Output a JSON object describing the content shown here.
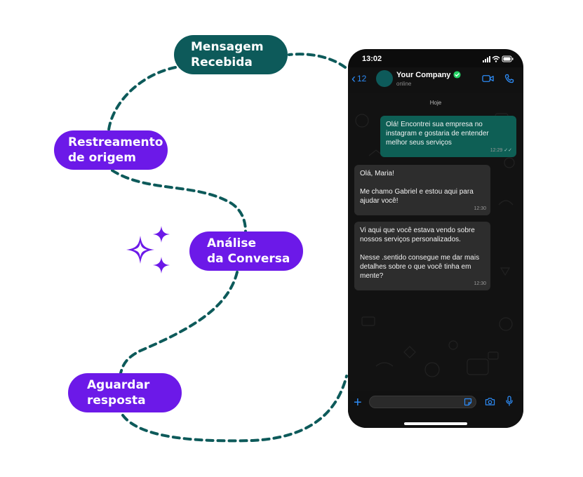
{
  "nodes": {
    "mensagem": [
      "Mensagem",
      "Recebida"
    ],
    "restreamento": [
      "Restreamento",
      "de origem"
    ],
    "analise": [
      "Análise",
      "da Conversa"
    ],
    "aguardar": [
      "Aguardar",
      "resposta"
    ]
  },
  "colors": {
    "teal": "#0d5a5a",
    "purple": "#6c19e8",
    "bubble_out": "#0e5f55",
    "bubble_in": "#2d2d2d",
    "ios_blue": "#2d8bf5",
    "verified_green": "#25d366"
  },
  "phone": {
    "status_time": "13:02",
    "header": {
      "back_count": "12",
      "contact_name": "Your Company",
      "contact_status": "online"
    },
    "date_chip": "Hoje",
    "messages": [
      {
        "direction": "outgoing",
        "lines": [
          "Olá! Encontrei sua empresa no instagram e gostaria de entender melhor seus serviços"
        ],
        "time": "12:29"
      },
      {
        "direction": "incoming",
        "lines": [
          "Olá, Maria!",
          "Me chamo Gabriel e estou aqui para ajudar você!"
        ],
        "time": "12:30"
      },
      {
        "direction": "incoming",
        "lines": [
          "Vi aqui que você estava vendo sobre nossos serviços personalizados.",
          "Nesse .sentido consegue me dar mais detalhes sobre o que você tinha em mente?"
        ],
        "time": "12:30"
      }
    ]
  },
  "icons": [
    "sparkle-icon",
    "signal-icon",
    "wifi-icon",
    "battery-icon",
    "chevron-left-icon",
    "verified-icon",
    "video-call-icon",
    "phone-call-icon",
    "plus-icon",
    "sticker-icon",
    "camera-icon",
    "microphone-icon"
  ]
}
